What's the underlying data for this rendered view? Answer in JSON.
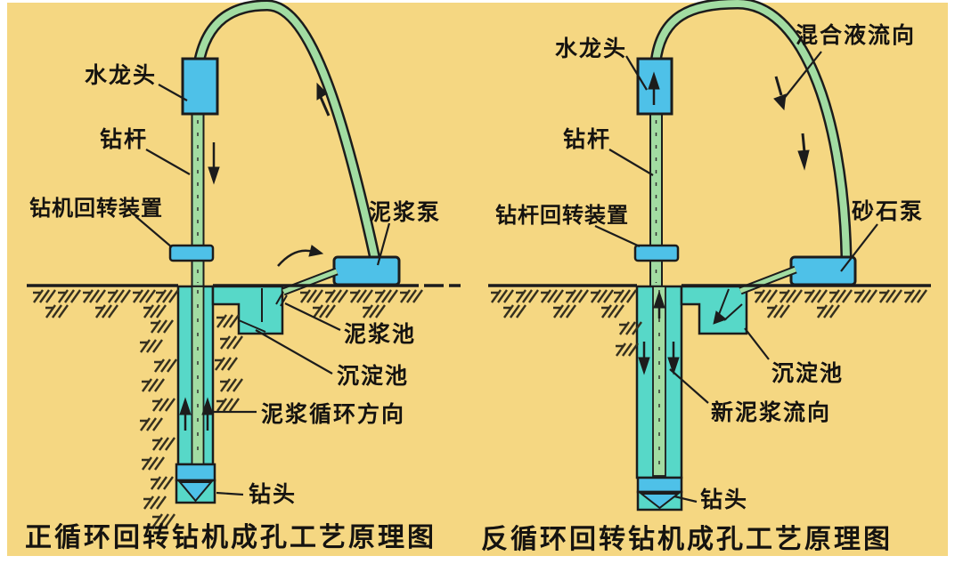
{
  "figure": {
    "description_left": "positive circulation rotary drilling diagram",
    "description_right": "reverse circulation rotary drilling diagram"
  },
  "colors": {
    "canvas_background": "#f5d782",
    "equipment_blue": "#4ec1e8",
    "water_turquoise": "#57d8c8",
    "hose_green": "#a2dca2",
    "outline_black": "#1c1c1c"
  },
  "left_diagram": {
    "title": "正循环回转钻机成孔工艺原理图",
    "labels": {
      "water_swivel": "水龙头",
      "drill_pipe": "钻杆",
      "rotary_device": "钻机回转装置",
      "mud_pump": "泥浆泵",
      "mud_pool": "泥浆池",
      "sedimentation_pool": "沉淀池",
      "mud_circulation_direction": "泥浆循环方向",
      "drill_bit": "钻头"
    }
  },
  "right_diagram": {
    "title": "反循环回转钻机成孔工艺原理图",
    "labels": {
      "water_swivel": "水龙头",
      "mixed_liquid_flow": "混合液流向",
      "drill_pipe": "钻杆",
      "rotary_device": "钻杆回转装置",
      "sand_pump": "砂石泵",
      "sedimentation_pool": "沉淀池",
      "new_mud_flow": "新泥浆流向",
      "drill_bit": "钻头"
    }
  }
}
